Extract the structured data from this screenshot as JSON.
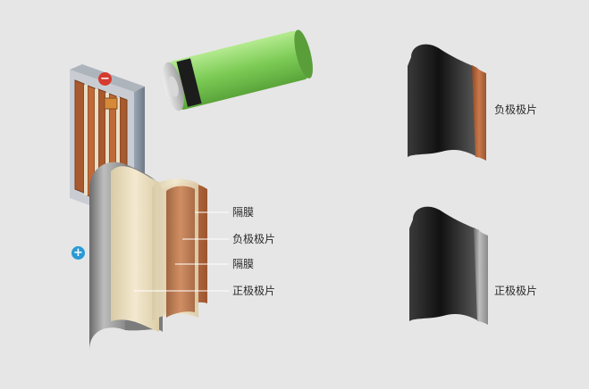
{
  "labels": {
    "separator_1": "隔膜",
    "negative_1": "负极极片",
    "separator_2": "隔膜",
    "positive_1": "正极极片",
    "negative_2": "负极极片",
    "positive_2": "正极极片"
  },
  "markers": {
    "negative_symbol": "−",
    "positive_symbol": "+"
  },
  "colors": {
    "background": "#e6e6e6",
    "negative_marker": "#d63a2f",
    "positive_marker": "#2a9ad6",
    "cell_wrap": "#8ed468",
    "copper": "#b8673c",
    "separator": "#efe3c4",
    "dark_sheet": "#2c2c2c",
    "grey_sheet": "#9a9a9a"
  },
  "icons": {
    "battery": "cylindrical-cell-icon"
  }
}
